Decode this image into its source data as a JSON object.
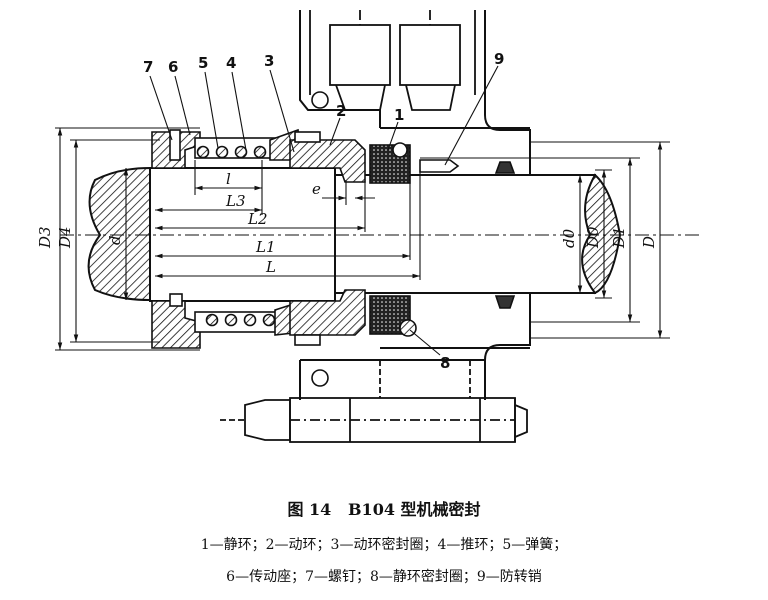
{
  "figure": {
    "number": "图 14",
    "title": "B104 型机械密封"
  },
  "legend": {
    "line1": "1—静环；2—动环；3—动环密封圈；4—推环；5—弹簧；",
    "line2": "6—传动座；7—螺钉；8—静环密封圈；9—防转销"
  },
  "part_numbers": {
    "p1": "1",
    "p2": "2",
    "p3": "3",
    "p4": "4",
    "p5": "5",
    "p6": "6",
    "p7": "7",
    "p8": "8",
    "p9": "9"
  },
  "dimensions": {
    "D3": "D3",
    "D4": "D4",
    "d": "d",
    "l": "l",
    "L3": "L3",
    "L2": "L2",
    "L1": "L1",
    "L": "L",
    "e": "e",
    "d0": "d0",
    "D0": "D0",
    "D1": "D1",
    "D": "D"
  }
}
